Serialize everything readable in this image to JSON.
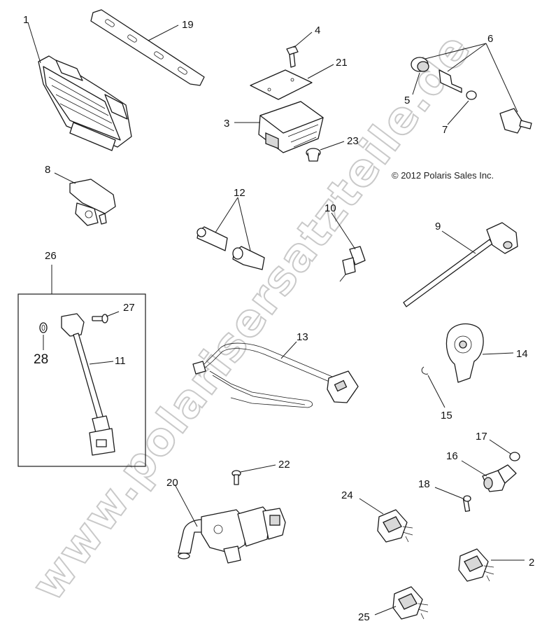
{
  "watermark": "www.polarisersatzteile.de",
  "copyright": "© 2012 Polaris Sales Inc.",
  "callouts": {
    "c1": "1",
    "c2": "2",
    "c3": "3",
    "c4": "4",
    "c5": "5",
    "c6": "6",
    "c7": "7",
    "c8": "8",
    "c9": "9",
    "c10": "10",
    "c11": "11",
    "c12": "12",
    "c13": "13",
    "c14": "14",
    "c15": "15",
    "c16": "16",
    "c17": "17",
    "c18": "18",
    "c19": "19",
    "c20": "20",
    "c21": "21",
    "c22": "22",
    "c23": "23",
    "c24": "24",
    "c25": "25",
    "c26": "26",
    "c27": "27",
    "c28": "28"
  }
}
